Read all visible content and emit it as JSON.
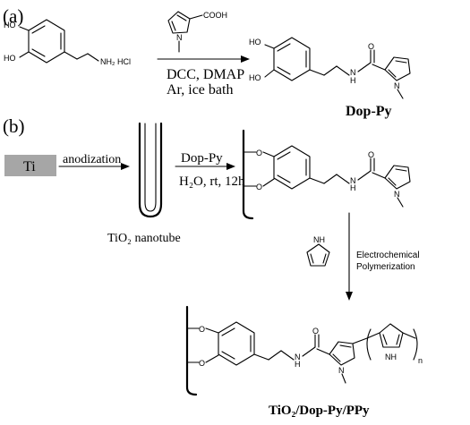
{
  "panels": [
    {
      "label": "(a)"
    },
    {
      "label": "(b)"
    }
  ],
  "reactions": {
    "a": {
      "conditions": [
        "DCC, DMAP",
        "Ar, ice bath"
      ],
      "product_label": "Dop-Py"
    },
    "b1": {
      "substrate_label": "Ti",
      "reagent_label": "anodization",
      "product_label": "TiO₂ nanotube",
      "colors": {
        "ti_block": "#a6a6a6"
      }
    },
    "b2": {
      "reagent_label": "Dop-Py",
      "conditions": "H₂O, rt, 12h"
    },
    "b3": {
      "conditions": [
        "Electrochemical",
        "Polymerization"
      ],
      "product_label": "TiO₂/Dop-Py/PPy"
    }
  },
  "atom_labels": {
    "ho": "HO",
    "nh2_hcl": "NH₂ HCl",
    "cooh": "COOH",
    "n": "N",
    "h": "H",
    "nh": "NH",
    "o": "O",
    "subscript_n": "n"
  }
}
